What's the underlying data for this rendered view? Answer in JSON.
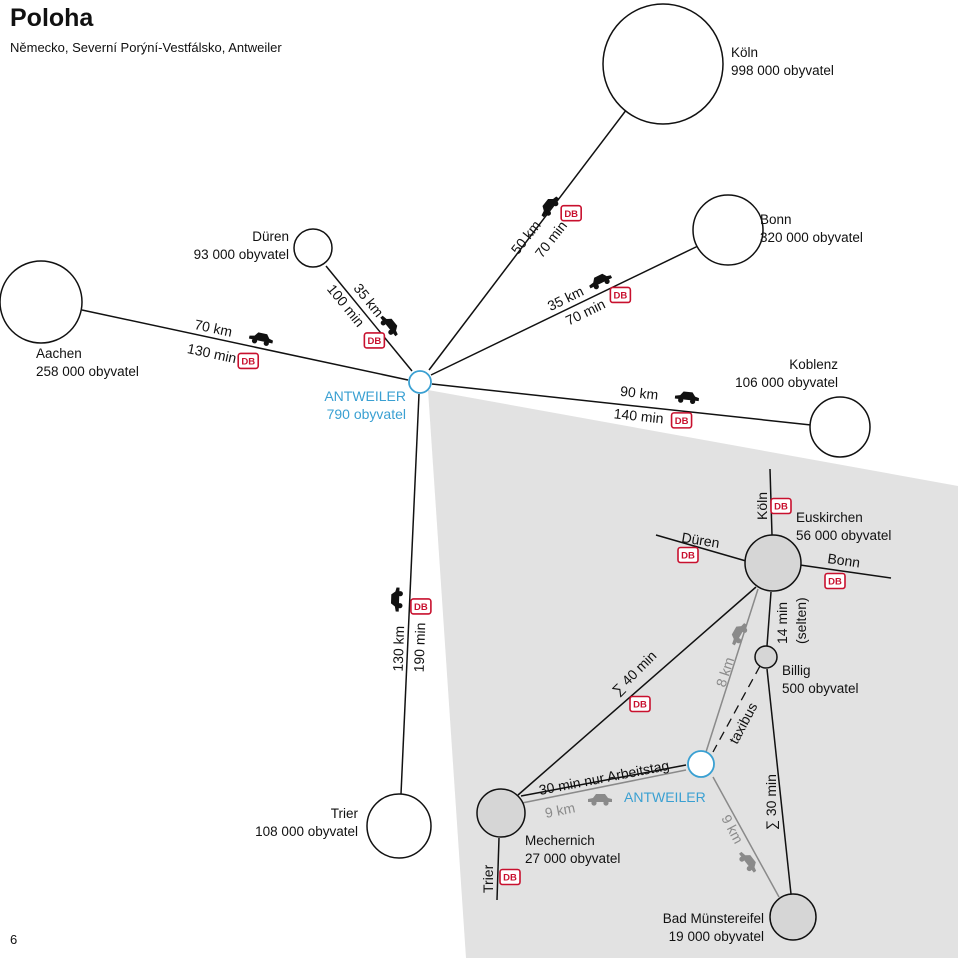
{
  "header": {
    "title": "Poloha",
    "subtitle": "Německo, Severní Porýní-Vestfálsko, Antweiler"
  },
  "page_number": "6",
  "colors": {
    "line": "#111111",
    "highlight": "#3aa0d2",
    "db_logo": "#c8102e",
    "region_fill": "#e2e2e2",
    "secondary": "#8a8a8a"
  },
  "icons": {
    "car": "car-icon",
    "db": "db-logo-icon"
  },
  "db_logo_text": "DB",
  "cities": {
    "koln": {
      "name": "Köln",
      "population": "998 000 obyvatel"
    },
    "bonn": {
      "name": "Bonn",
      "population": "320 000 obyvatel"
    },
    "duren": {
      "name": "Düren",
      "population": "93 000 obyvatel"
    },
    "aachen": {
      "name": "Aachen",
      "population": "258 000 obyvatel"
    },
    "koblenz": {
      "name": "Koblenz",
      "population": "106 000 obyvatel"
    },
    "trier": {
      "name": "Trier",
      "population": "108 000 obyvatel"
    },
    "antweiler": {
      "name": "ANTWEILER",
      "population": "790 obyvatel"
    }
  },
  "routes": {
    "koln": {
      "distance": "50 km",
      "time": "70 min"
    },
    "bonn": {
      "distance": "35 km",
      "time": "70 min"
    },
    "duren": {
      "distance": "35 km",
      "time": "100 min"
    },
    "aachen": {
      "distance": "70 km",
      "time": "130 min"
    },
    "koblenz": {
      "distance": "90 km",
      "time": "140 min"
    },
    "trier": {
      "distance": "130 km",
      "time": "190 min"
    }
  },
  "detail": {
    "euskirchen": {
      "name": "Euskirchen",
      "population": "56 000 obyvatel"
    },
    "mechernich": {
      "name": "Mechernich",
      "population": "27 000 obyvatel"
    },
    "billig": {
      "name": "Billig",
      "population": "500 obyvatel"
    },
    "bad_munstereifel": {
      "name": "Bad Münstereifel",
      "population": "19 000 obyvatel"
    },
    "antweiler": "ANTWEILER",
    "rail_koln": "Köln",
    "rail_duren": "Düren",
    "rail_bonn": "Bonn",
    "rail_trier": "Trier",
    "sum_40": "∑ 40 min",
    "sum_30": "∑ 30 min",
    "weekday": "30 min nur Arbeitstag",
    "km_mechernich": "9 km",
    "km_billig": "8 km",
    "km_bad": "9 km",
    "taxibus": "taxibus",
    "billig_time": "14 min",
    "billig_note": "(selten)"
  }
}
